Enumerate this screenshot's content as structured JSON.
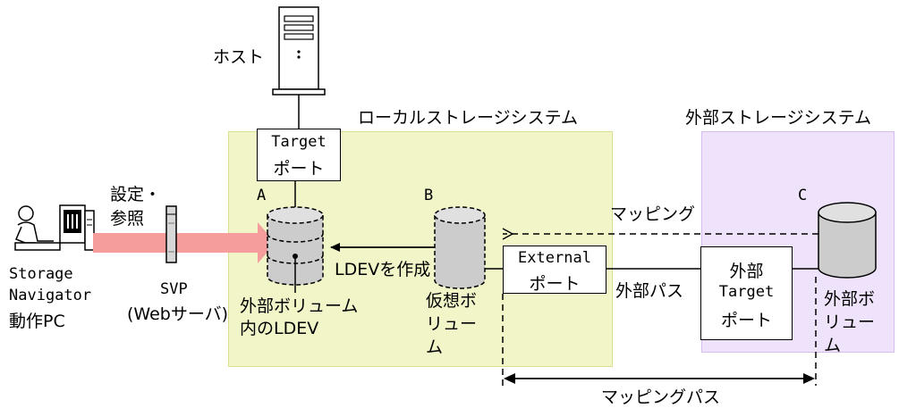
{
  "labels": {
    "host": "ホスト",
    "local_system": "ローカルストレージシステム",
    "external_system": "外部ストレージシステム",
    "target_port_1": "Target",
    "target_port_2": "ポート",
    "settings_1": "設定・",
    "settings_2": "参照",
    "letter_a": "A",
    "letter_b": "B",
    "letter_c": "C",
    "mapping": "マッピング",
    "create_ldev": "LDEVを作成",
    "storage_nav_1": "Storage",
    "storage_nav_2": "Navigator",
    "storage_nav_3": "動作PC",
    "svp_1": "SVP",
    "svp_2": "(Webサーバ)",
    "ext_vol_ldev_1": "外部ボリューム",
    "ext_vol_ldev_2": "内のLDEV",
    "virtual_vol_1": "仮想ボ",
    "virtual_vol_2": "リュー",
    "virtual_vol_3": "ム",
    "external_port_1": "External",
    "external_port_2": "ポート",
    "external_path": "外部パス",
    "ext_target_1": "外部",
    "ext_target_2": "Target",
    "ext_target_3": "ポート",
    "ext_volume_1": "外部ボ",
    "ext_volume_2": "リュー",
    "ext_volume_3": "ム",
    "mapping_path": "マッピングパス"
  },
  "colors": {
    "local_region": "#f2f5c8",
    "local_border": "#d9df8f",
    "external_region": "#efe3fb",
    "external_border": "#d5bdf0",
    "pink_arrow": "#f59c9c",
    "cylinder_fill": "#cccccc"
  },
  "icons": {
    "host": "server-tower-icon",
    "pc": "user-at-pc-icon",
    "svp": "svp-server-icon"
  }
}
